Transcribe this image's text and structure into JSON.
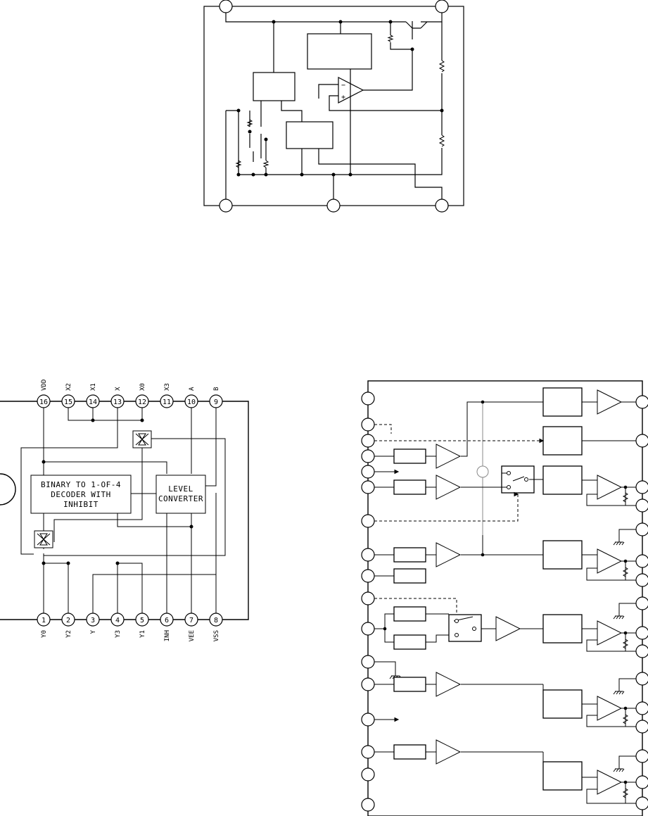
{
  "mux_ic": {
    "block_main_lines": [
      "BINARY TO 1-OF-4",
      "DECODER WITH",
      "INHIBIT"
    ],
    "block_level_lines": [
      "LEVEL",
      "CONVERTER"
    ],
    "top_pins": [
      {
        "num": "16",
        "label": "VDD"
      },
      {
        "num": "15",
        "label": "X2"
      },
      {
        "num": "14",
        "label": "X1"
      },
      {
        "num": "13",
        "label": "X"
      },
      {
        "num": "12",
        "label": "X0"
      },
      {
        "num": "11",
        "label": "X3"
      },
      {
        "num": "10",
        "label": "A"
      },
      {
        "num": "9",
        "label": "B"
      }
    ],
    "bottom_pins": [
      {
        "num": "1",
        "label": "Y0"
      },
      {
        "num": "2",
        "label": "Y2"
      },
      {
        "num": "3",
        "label": "Y"
      },
      {
        "num": "4",
        "label": "Y3"
      },
      {
        "num": "5",
        "label": "Y1"
      },
      {
        "num": "6",
        "label": "INH"
      },
      {
        "num": "7",
        "label": "VEE"
      },
      {
        "num": "8",
        "label": "VSS"
      }
    ]
  },
  "regulator": {
    "opamp_minus": "−",
    "opamp_plus": "+"
  }
}
